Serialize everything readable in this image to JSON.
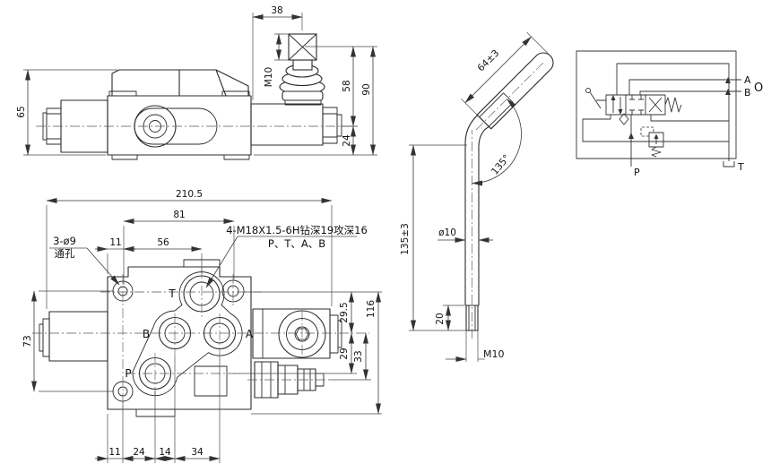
{
  "side_view": {
    "dims": {
      "d38": "38",
      "m10": "M10",
      "d58": "58",
      "d90": "90",
      "d24": "24",
      "d65": "65"
    }
  },
  "front_view": {
    "dims": {
      "d210_5": "210.5",
      "d81": "81",
      "d56": "56",
      "d11_top": "11",
      "d73": "73",
      "d116": "116",
      "d29_5": "29.5",
      "d29": "29",
      "d33": "33",
      "d11_bot": "11",
      "d24": "24",
      "d14": "14",
      "d34": "34"
    },
    "notes": {
      "holes_1": "3-ø9",
      "holes_2": "通孔",
      "thread_1": "4-M18X1.5-6H钻深19攻深16",
      "thread_2": "P、T、A、B"
    },
    "ports": {
      "t": "T",
      "b": "B",
      "a": "A",
      "p": "P"
    }
  },
  "lever_view": {
    "dims": {
      "d64": "64±3",
      "angle": "135°",
      "d135": "135±3",
      "dia": "ø10",
      "d20": "20",
      "m10": "M10"
    }
  },
  "schematic": {
    "ports": {
      "a": "A",
      "b": "B",
      "o": "O",
      "p": "P",
      "t": "T"
    }
  }
}
